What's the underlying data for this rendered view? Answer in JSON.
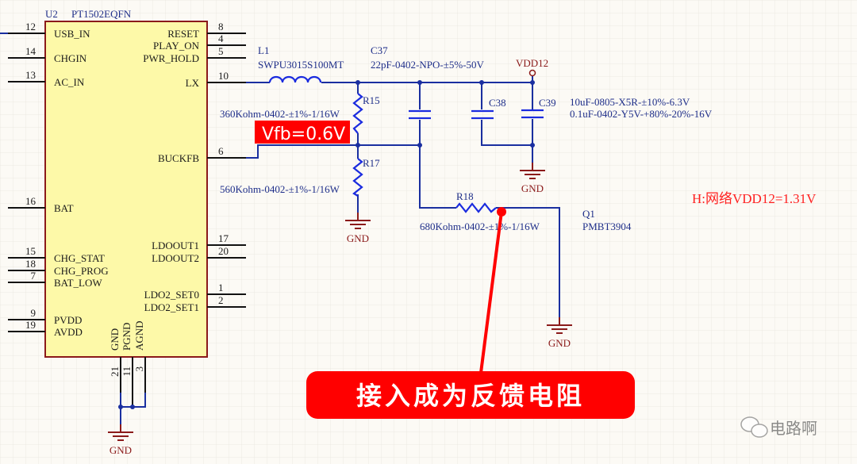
{
  "chip": {
    "ref": "U2",
    "part": "PT1502EQFN",
    "left_pins": [
      {
        "num": "12",
        "name": "USB_IN"
      },
      {
        "num": "14",
        "name": "CHGIN"
      },
      {
        "num": "13",
        "name": "AC_IN"
      },
      {
        "num": "16",
        "name": "BAT"
      },
      {
        "num": "15",
        "name": "CHG_STAT"
      },
      {
        "num": "18",
        "name": "CHG_PROG"
      },
      {
        "num": "7",
        "name": "BAT_LOW"
      },
      {
        "num": "9",
        "name": "PVDD"
      },
      {
        "num": "19",
        "name": "AVDD"
      }
    ],
    "right_pins": [
      {
        "num": "8",
        "name": "RESET"
      },
      {
        "num": "4",
        "name": "PLAY_ON"
      },
      {
        "num": "5",
        "name": "PWR_HOLD"
      },
      {
        "num": "10",
        "name": "LX"
      },
      {
        "num": "6",
        "name": "BUCKFB"
      },
      {
        "num": "17",
        "name": "LDOOUT1"
      },
      {
        "num": "20",
        "name": "LDOOUT2"
      },
      {
        "num": "1",
        "name": "LDO2_SET0"
      },
      {
        "num": "2",
        "name": "LDO2_SET1"
      }
    ],
    "bottom_pins": [
      {
        "num": "21",
        "name": "GND"
      },
      {
        "num": "11",
        "name": "PGND"
      },
      {
        "num": "3",
        "name": "AGND"
      }
    ]
  },
  "components": {
    "L1": {
      "ref": "L1",
      "value": "SWPU3015S100MT"
    },
    "C37": {
      "ref": "C37",
      "value": "22pF-0402-NPO-±5%-50V"
    },
    "C38": {
      "ref": "C38",
      "value": "0.1uF-0402-Y5V-+80%-20%-16V"
    },
    "C39": {
      "ref": "C39",
      "value": "10uF-0805-X5R-±10%-6.3V"
    },
    "R15": {
      "ref": "R15",
      "value": "360Kohm-0402-±1%-1/16W"
    },
    "R17": {
      "ref": "R17",
      "value": "560Kohm-0402-±1%-1/16W"
    },
    "R18": {
      "ref": "R18",
      "value": "680Kohm-0402-±1%-1/16W"
    },
    "Q1": {
      "ref": "Q1",
      "value": "PMBT3904"
    }
  },
  "nets": {
    "vdd12": "VDD12",
    "gnd": "GND"
  },
  "annotations": {
    "vfb": "Vfb=0.6V",
    "net_voltage": "H:网络VDD12=1.31V",
    "callout": "接入成为反馈电阻"
  },
  "watermark": "电路啊",
  "colors": {
    "wire": "#1a2fa0",
    "component": "#1a2bdf",
    "chip_fill": "#fdf9a8",
    "chip_border": "#8b1a1a",
    "annotation": "#ff0000",
    "ground": "#8b1a1a"
  }
}
